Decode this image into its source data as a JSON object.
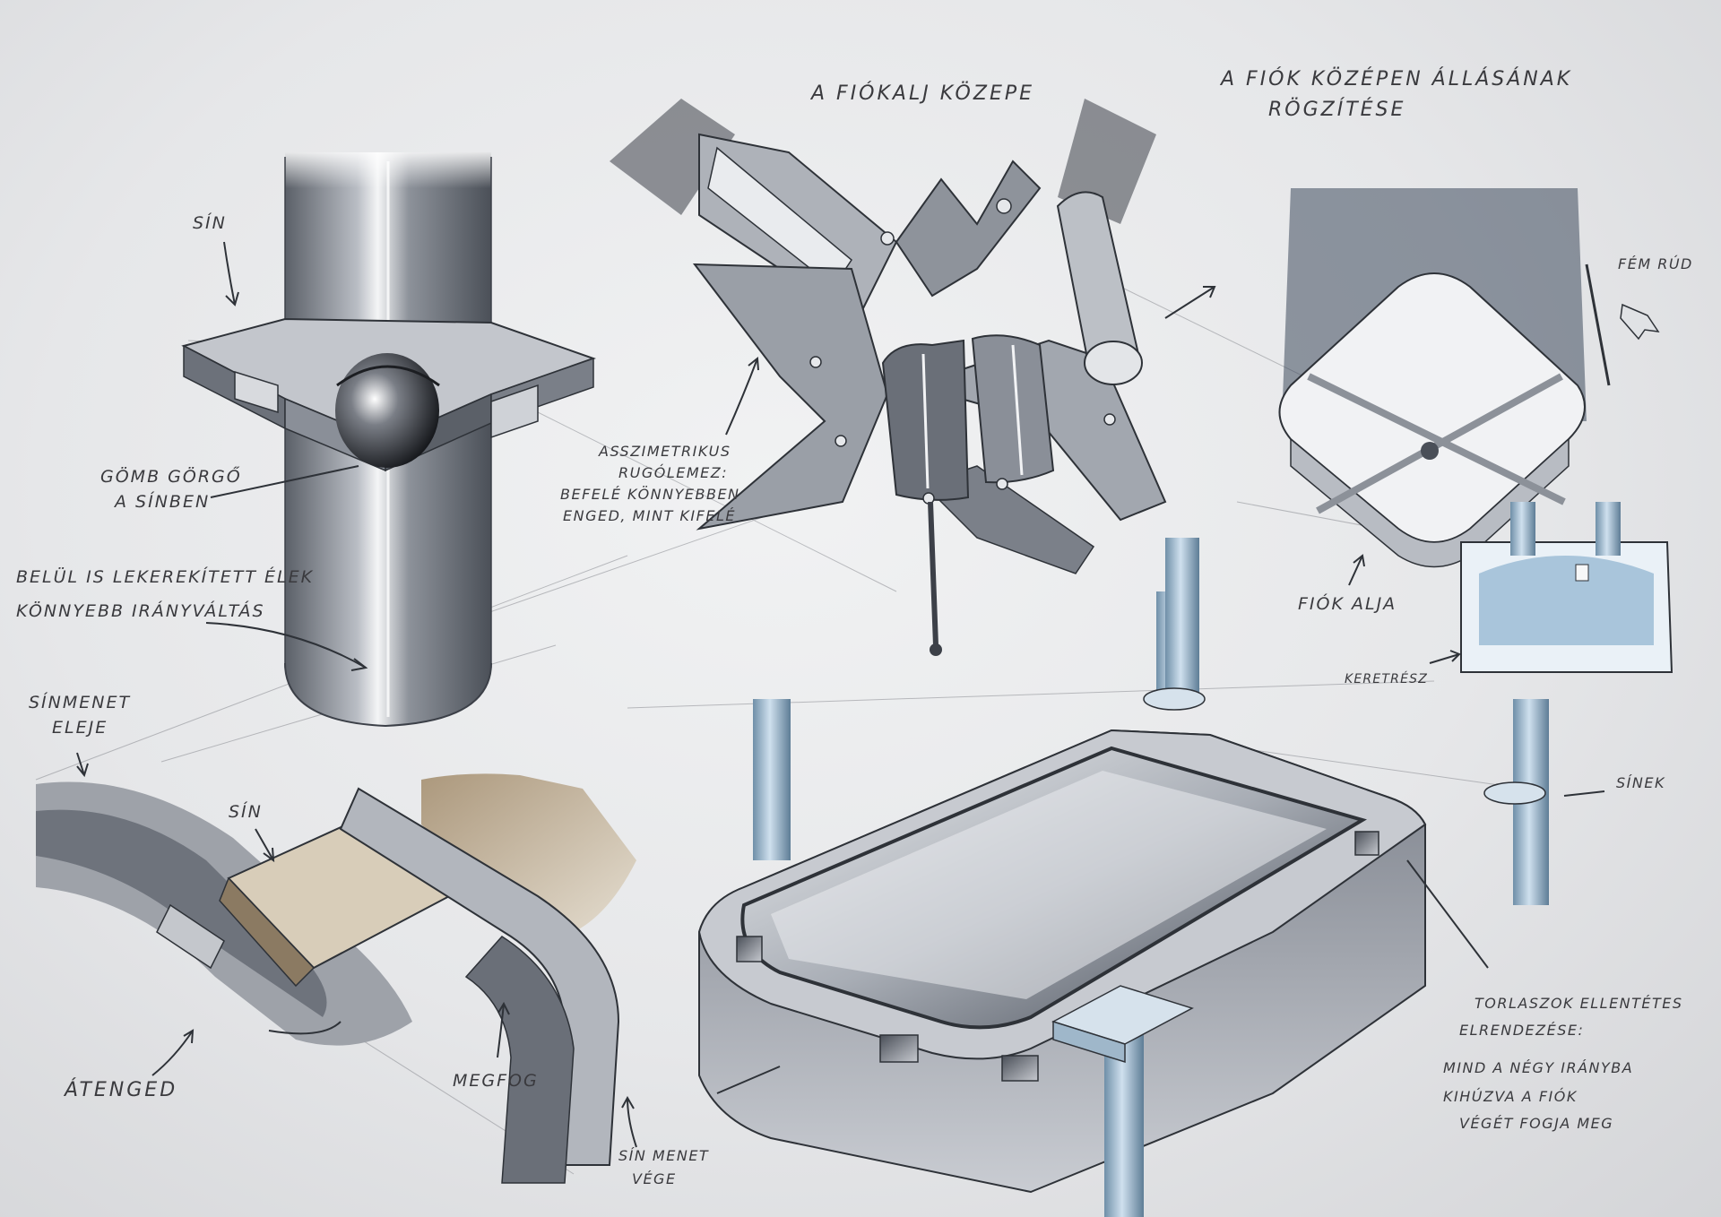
{
  "labels": {
    "top_center_title": "A FIÓKALJ KÖZEPE",
    "top_right_title_l1": "A FIÓK KÖZÉPEN ÁLLÁSÁNAK",
    "top_right_title_l2": "RÖGZÍTÉSE",
    "sin_top": "SÍN",
    "gomb_l1": "GÖMB GÖRGŐ",
    "gomb_l2": "A SÍNBEN",
    "belul_l1": "BELÜL IS LEKEREKÍTETT ÉLEK",
    "belul_l2": "KÖNNYEBB IRÁNYVÁLTÁS",
    "sinmenet_eleje_l1": "SÍNMENET",
    "sinmenet_eleje_l2": "ELEJE",
    "sin_lower": "SÍN",
    "atenged": "ÁTENGED",
    "megfog": "MEGFOG",
    "sinmenet_vege_l1": "SÍN MENET",
    "sinmenet_vege_l2": "VÉGE",
    "asszim_l1": "ASSZIMETRIKUS",
    "asszim_l2": "RUGÓLEMEZ:",
    "asszim_l3": "BEFELÉ KÖNNYEBBEN",
    "asszim_l4": "ENGED, MINT KIFELÉ",
    "fem_rud": "FÉM RÚD",
    "fiok_alja": "FIÓK ALJA",
    "keretresz": "KERETRÉSZ",
    "sinek": "SÍNEK",
    "torlaszok_l1": "TORLASZOK ELLENTÉTES",
    "torlaszok_l2": "ELRENDEZÉSE:",
    "mind_l1": "MIND A NÉGY IRÁNYBA",
    "mind_l2": "KIHÚZVA A FIÓK",
    "mind_l3": "VÉGÉT FOGJA MEG"
  },
  "colors": {
    "paper": "#e8e9eb",
    "graphite": "#3a3a3e",
    "steel_dark": "#5b6068",
    "steel_light": "#c9ccd2",
    "accent_blue": "#8fb3cf",
    "accent_tan": "#a58f70"
  }
}
